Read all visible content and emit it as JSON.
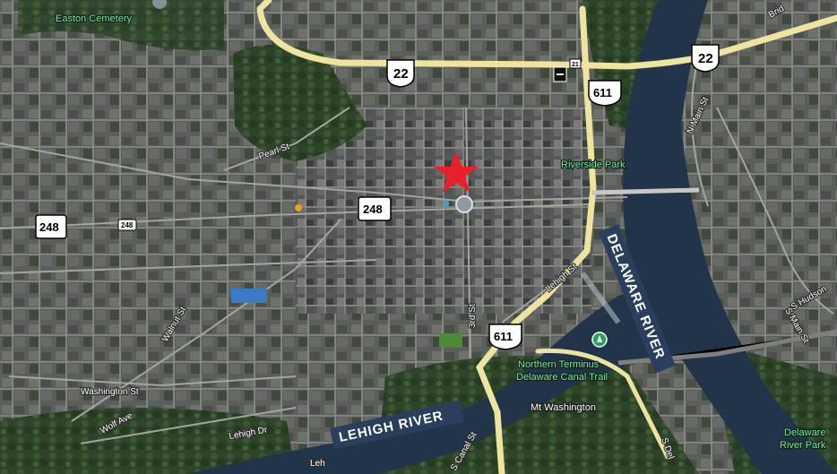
{
  "places": {
    "easton_cemetery": "Easton Cemetery",
    "riverside_park": "Riverside Park",
    "northern_terminus_line1": "Northern Terminus",
    "northern_terminus_line2": "Delaware Canal Trail",
    "mt_washington": "Mt Washington",
    "delaware_river_park_line1": "Delaware",
    "delaware_river_park_line2": "River Park"
  },
  "rivers": {
    "lehigh": "LEHIGH RIVER",
    "delaware": "DELAWARE RIVER"
  },
  "streets": {
    "pearl": "Pearl St",
    "walnut": "Walnut St",
    "washington": "Washington St",
    "wolf": "Wolf Ave",
    "lehigh_dr": "Lehigh Dr",
    "lehigh_dr_short": "Leh",
    "third": "3rd St",
    "canal": "S Canal St",
    "n_main": "N Main St",
    "s_main": "S Main St",
    "s_hudson": "S Hudson",
    "lehigh_st": "Lehigh St",
    "s_del": "S Del",
    "bridge": "Brid"
  },
  "shields": {
    "us22_west": "22",
    "us22_east": "22",
    "us611_north": "611",
    "us611_south": "611",
    "pa248_west": "248",
    "pa248_center": "248",
    "pa248_small": "248",
    "exit_21": "21"
  },
  "marker": {
    "icon": "star-marker-icon",
    "color": "#e8202a"
  },
  "colors": {
    "highway": "#efe3a0",
    "water": "#22344a",
    "urban": "#5d5f5d",
    "vegetation": "#2f4a2a"
  }
}
